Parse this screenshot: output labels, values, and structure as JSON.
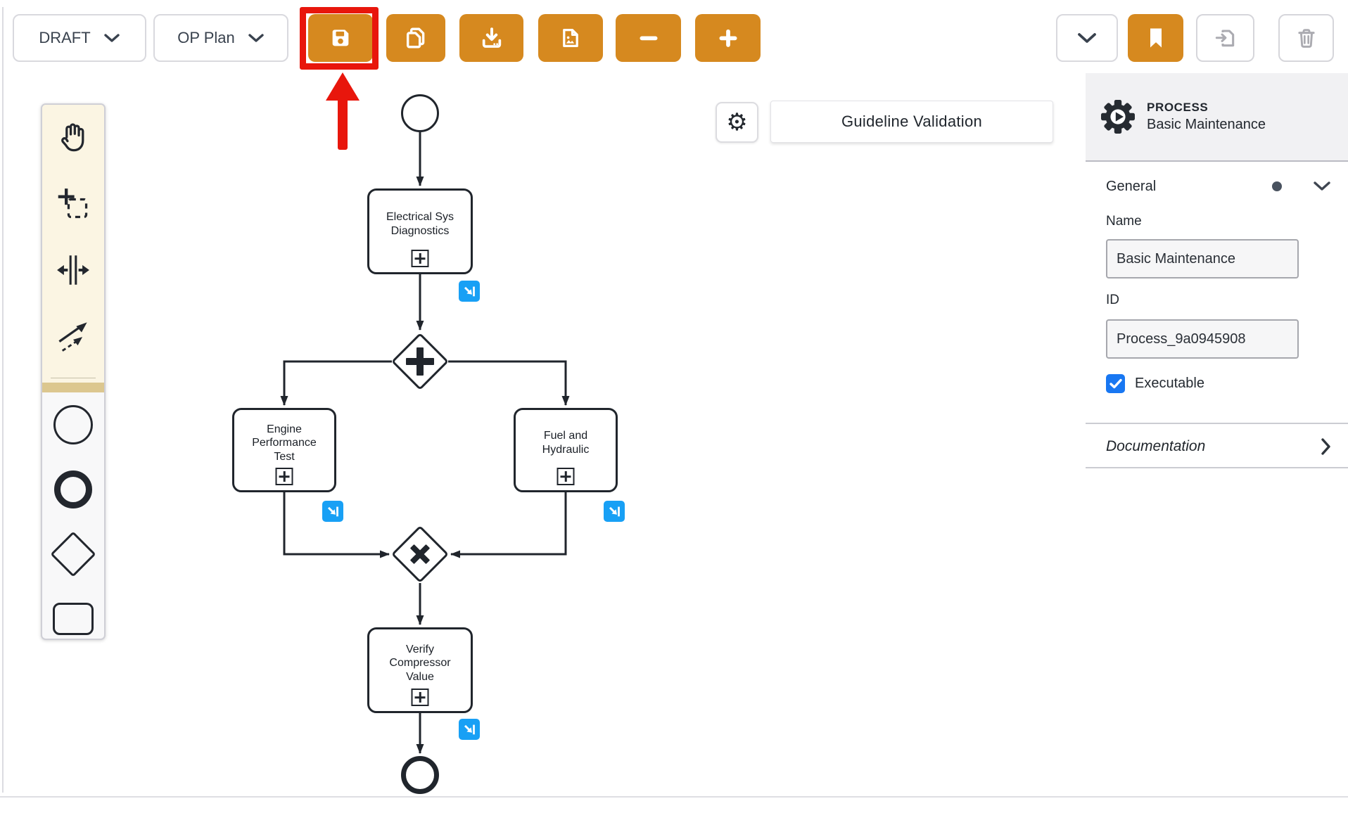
{
  "colors": {
    "accent_orange": "#d6891f",
    "badge_blue": "#18a0f5",
    "checkbox_blue": "#1877f2",
    "annotation_red": "#e8160c"
  },
  "toolbar": {
    "status_dropdown": "DRAFT",
    "plan_dropdown": "OP Plan",
    "icon_buttons": [
      "save-icon",
      "copy-icon",
      "download-icon",
      "export-image-icon",
      "zoom-out-icon",
      "zoom-in-icon",
      "chevron-down-icon",
      "bookmark-icon",
      "export-document-icon",
      "trash-icon"
    ]
  },
  "canvas": {
    "settings_icon": "⚙",
    "validation_label": "Guideline Validation"
  },
  "palette": {
    "tools": [
      "hand-tool",
      "lasso-tool",
      "space-tool",
      "connect-tool"
    ],
    "shapes": [
      "start-event",
      "end-event",
      "gateway",
      "task"
    ]
  },
  "diagram": {
    "tasks": [
      {
        "lines": [
          "Electrical Sys",
          "Diagnostics"
        ]
      },
      {
        "lines": [
          "Engine",
          "Performance",
          "Test"
        ]
      },
      {
        "lines": [
          "Fuel and",
          "Hydraulic"
        ]
      },
      {
        "lines": [
          "Verify",
          "Compressor",
          "Value"
        ]
      }
    ],
    "gateways": [
      {
        "type": "parallel"
      },
      {
        "type": "exclusive"
      }
    ],
    "events": [
      "start-event",
      "end-event"
    ]
  },
  "panel": {
    "type_label": "PROCESS",
    "type_name": "Basic Maintenance",
    "sections": {
      "general": "General",
      "documentation": "Documentation"
    },
    "fields": {
      "name_label": "Name",
      "name_value": "Basic Maintenance",
      "id_label": "ID",
      "id_value": "Process_9a0945908",
      "executable_label": "Executable",
      "executable_checked": true
    }
  }
}
